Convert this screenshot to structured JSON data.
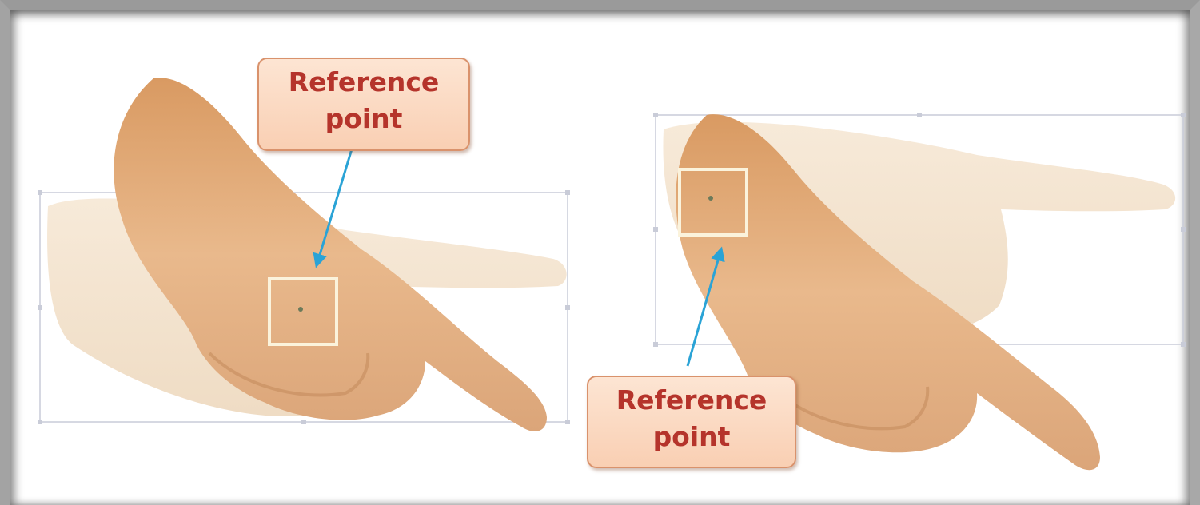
{
  "callouts": {
    "left": {
      "line1": "Reference",
      "line2": "point"
    },
    "right": {
      "line1": "Reference",
      "line2": "point"
    }
  },
  "colors": {
    "callout_text": "#b5342b",
    "callout_fill": "#fbd9c2",
    "callout_border": "#d9926c",
    "arrow": "#2aa3d6",
    "bounding_box": "#c9ccd8",
    "skin_light": "#f4e3cc",
    "skin": "#e8b58a"
  }
}
